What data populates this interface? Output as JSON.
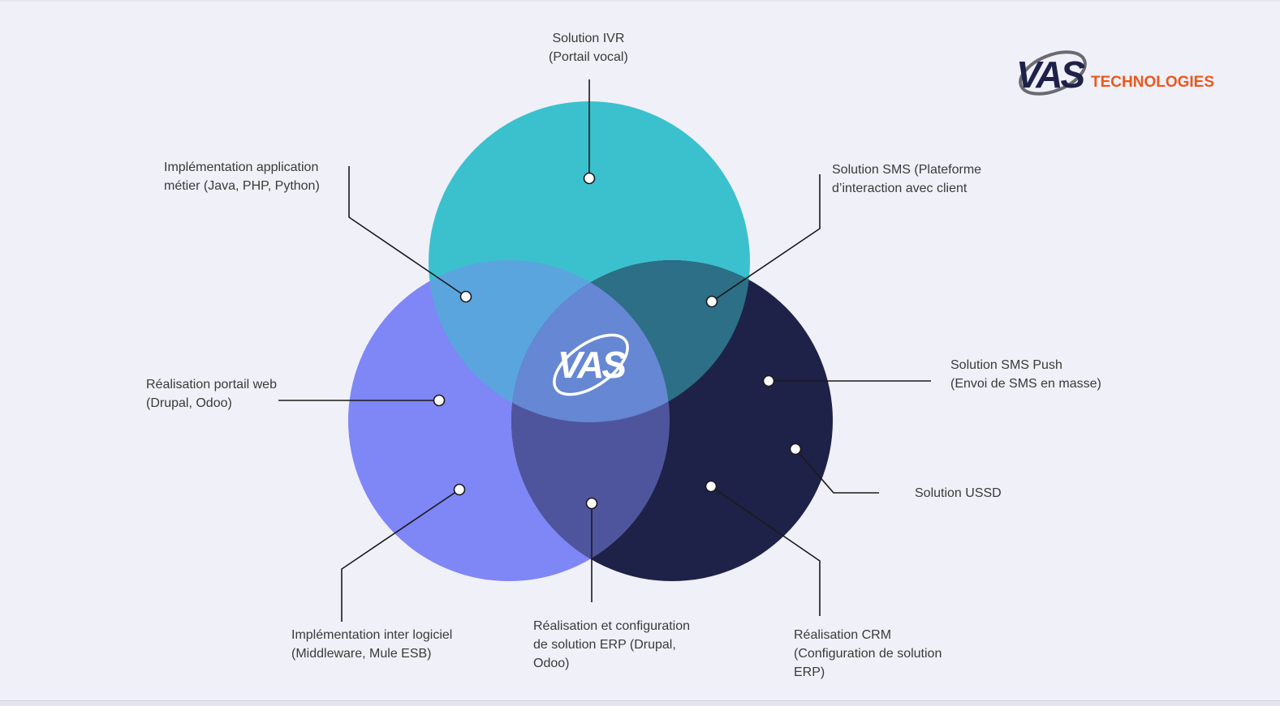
{
  "brand": {
    "logo_letters": "VAS",
    "logo_word": "TECHNOLOGIES",
    "center_logo_letters": "VAS",
    "colors": {
      "navy": "#1e2248",
      "orange": "#e8591e",
      "grey_swoosh": "#6a6a70"
    }
  },
  "diagram": {
    "circles": [
      {
        "id": "top",
        "color": "#3bc1ce"
      },
      {
        "id": "left",
        "color": "#7f86f5"
      },
      {
        "id": "right",
        "color": "#1e2248"
      }
    ],
    "overlap_colors": {
      "top_left": "#5ba5df",
      "top_right": "#2c6f86",
      "left_right": "#4f559d",
      "center": "#6687d3"
    },
    "labels": {
      "ivr": {
        "line1": "Solution IVR",
        "line2": "(Portail vocal)"
      },
      "app": {
        "line1": "Implémentation application",
        "line2": "métier (Java, PHP, Python)"
      },
      "sms": {
        "line1": "Solution SMS (Plateforme",
        "line2": "d’interaction avec client"
      },
      "web": {
        "line1": "Réalisation portail web",
        "line2": "(Drupal, Odoo)"
      },
      "smspush": {
        "line1": "Solution SMS Push",
        "line2": "(Envoi de SMS en masse)"
      },
      "ussd": {
        "line1": "Solution USSD"
      },
      "middleware": {
        "line1": "Implémentation inter logiciel",
        "line2": "(Middleware, Mule ESB)"
      },
      "erp": {
        "line1": "Réalisation et configuration",
        "line2": "de solution ERP (Drupal,",
        "line3": "Odoo)"
      },
      "crm": {
        "line1": "Réalisation CRM",
        "line2": "(Configuration de solution",
        "line3": "ERP)"
      }
    }
  }
}
